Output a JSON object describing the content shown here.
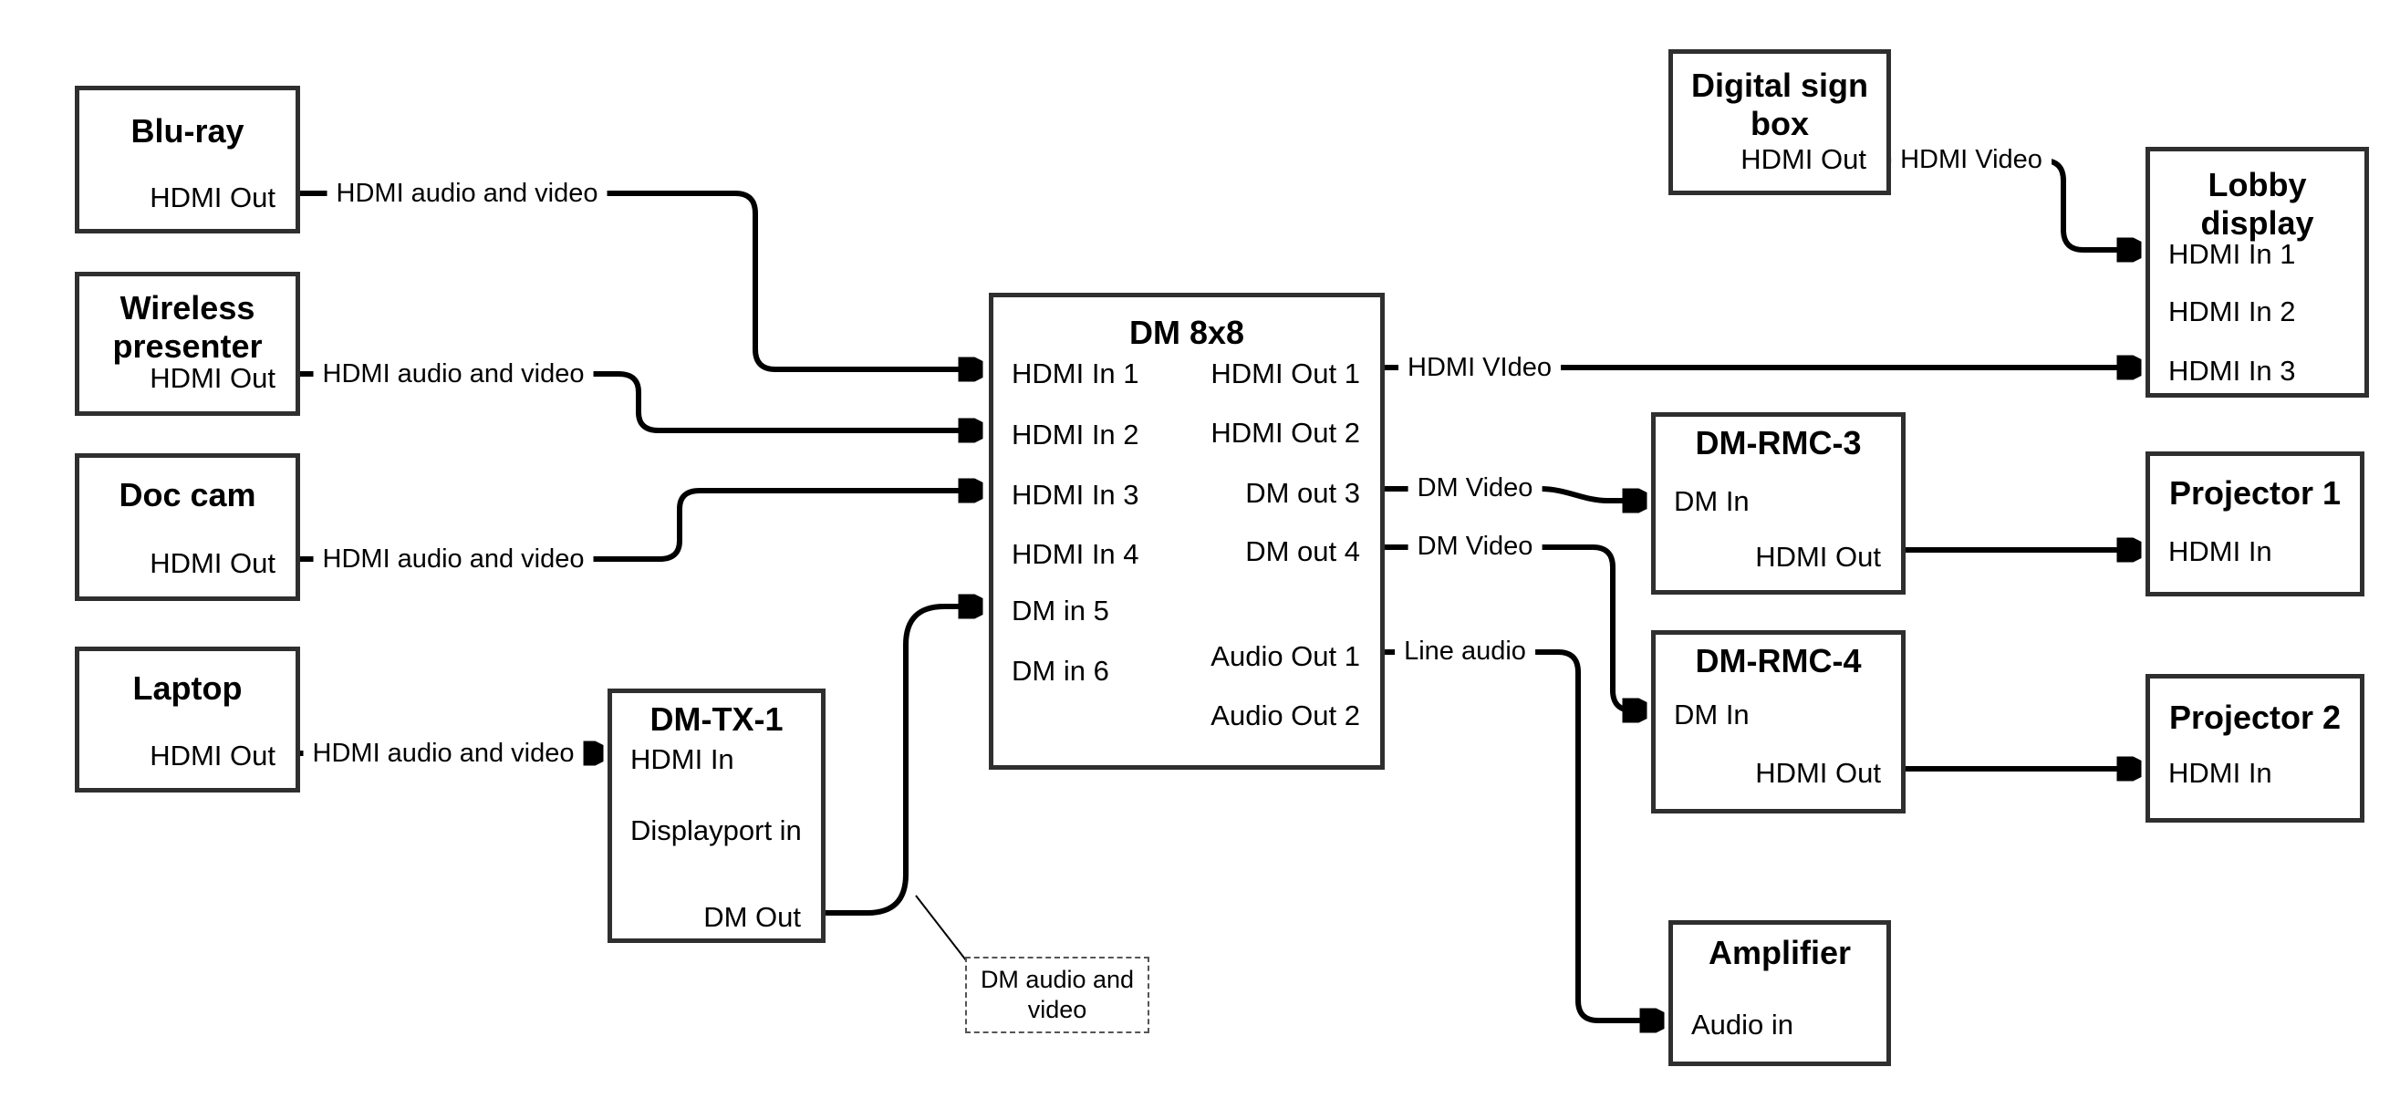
{
  "nodes": {
    "bluray": {
      "title": "Blu-ray",
      "ports": {
        "hdmi_out": "HDMI Out"
      }
    },
    "wireless": {
      "title": "Wireless presenter",
      "ports": {
        "hdmi_out": "HDMI Out"
      }
    },
    "doccam": {
      "title": "Doc cam",
      "ports": {
        "hdmi_out": "HDMI Out"
      }
    },
    "laptop": {
      "title": "Laptop",
      "ports": {
        "hdmi_out": "HDMI Out"
      }
    },
    "dmtx1": {
      "title": "DM-TX-1",
      "ports": {
        "hdmi_in": "HDMI In",
        "dp_in": "Displayport in",
        "dm_out": "DM Out"
      }
    },
    "dm8x8": {
      "title": "DM 8x8",
      "ports": {
        "in1": "HDMI In 1",
        "in2": "HDMI In 2",
        "in3": "HDMI In 3",
        "in4": "HDMI In 4",
        "in5": "DM in 5",
        "in6": "DM in 6",
        "out1": "HDMI Out 1",
        "out2": "HDMI Out 2",
        "out3": "DM out 3",
        "out4": "DM out 4",
        "aout1": "Audio Out 1",
        "aout2": "Audio Out 2"
      }
    },
    "signbox": {
      "title": "Digital sign box",
      "ports": {
        "hdmi_out": "HDMI Out"
      }
    },
    "lobby": {
      "title": "Lobby display",
      "ports": {
        "in1": "HDMI In 1",
        "in2": "HDMI In 2",
        "in3": "HDMI In 3"
      }
    },
    "rmc3": {
      "title": "DM-RMC-3",
      "ports": {
        "dm_in": "DM In",
        "hdmi_out": "HDMI Out"
      }
    },
    "proj1": {
      "title": "Projector 1",
      "ports": {
        "hdmi_in": "HDMI In"
      }
    },
    "rmc4": {
      "title": "DM-RMC-4",
      "ports": {
        "dm_in": "DM In",
        "hdmi_out": "HDMI Out"
      }
    },
    "proj2": {
      "title": "Projector 2",
      "ports": {
        "hdmi_in": "HDMI In"
      }
    },
    "amp": {
      "title": "Amplifier",
      "ports": {
        "audio_in": "Audio in"
      }
    }
  },
  "edges": {
    "bluray_to_dm8x8": "HDMI audio and video",
    "wireless_to_dm8x8": "HDMI audio and video",
    "doccam_to_dm8x8": "HDMI audio and video",
    "laptop_to_dmtx1": "HDMI audio and video",
    "dm8x8_to_lobby": "HDMI VIdeo",
    "dm8x8_to_rmc3": "DM Video",
    "dm8x8_to_rmc4": "DM Video",
    "dm8x8_to_amp": "Line audio",
    "signbox_to_lobby": "HDMI Video"
  },
  "callout": {
    "text": "DM audio and video"
  },
  "colors": {
    "line": "#000000",
    "box_border": "#2f2f2f",
    "background": "#ffffff",
    "text": "#000000"
  }
}
